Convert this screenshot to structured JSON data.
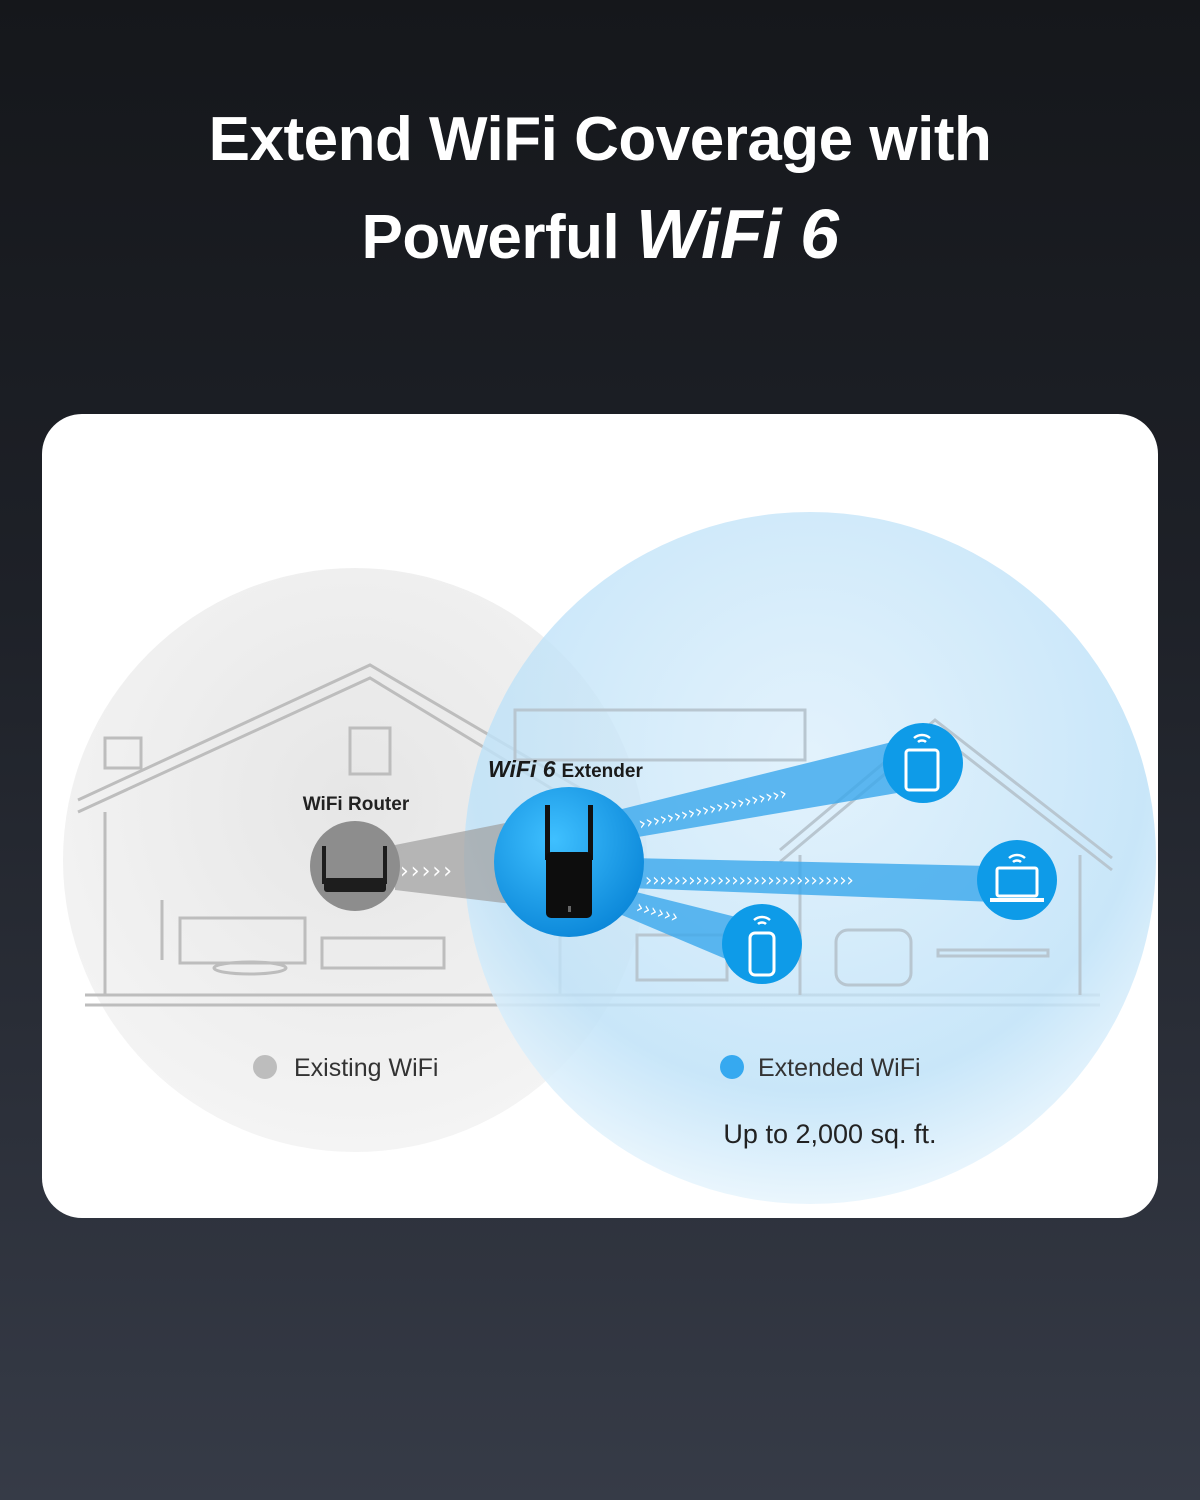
{
  "headline": {
    "line1": "Extend WiFi Coverage with",
    "line2_prefix": "Powerful",
    "line2_emphasis": "WiFi 6"
  },
  "diagram": {
    "router_label": "WiFi Router",
    "extender_label_emphasis": "WiFi 6",
    "extender_label_suffix": "Extender",
    "devices": [
      "tablet",
      "laptop",
      "smartphone"
    ],
    "icons": [
      "router-icon",
      "extender-icon",
      "tablet-icon",
      "laptop-icon",
      "smartphone-icon",
      "wifi-icon"
    ]
  },
  "legend": {
    "existing": {
      "label": "Existing WiFi",
      "color": "#bdbdbd"
    },
    "extended": {
      "label": "Extended WiFi",
      "color": "#36a9f0"
    }
  },
  "coverage": "Up to 2,000 sq. ft.",
  "colors": {
    "accent_blue": "#0e9be8",
    "background_dark": "#1b1e24"
  }
}
